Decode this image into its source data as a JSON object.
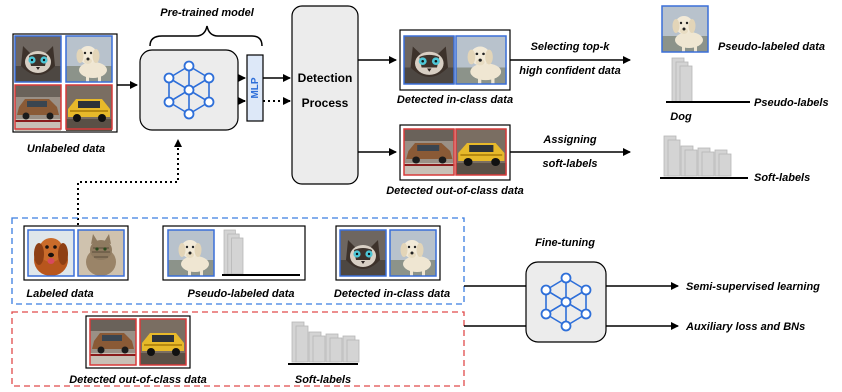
{
  "labels": {
    "pretrained_model": "Pre-trained model",
    "mlp": "MLP",
    "detection_process": "Detection Process",
    "unlabeled_data": "Unlabeled data",
    "detected_in_class_data": "Detected in-class data",
    "selecting_top_k": "Selecting top-k",
    "high_confident_data": "high confident data",
    "pseudo_labeled_data": "Pseudo-labeled data",
    "pseudo_labels": "Pseudo-labels",
    "dog": "Dog",
    "detected_out_of_class_data": "Detected out-of-class data",
    "assigning": "Assigning",
    "soft_labels_flow": "soft-labels",
    "soft_labels": "Soft-labels",
    "labeled_data": "Labeled data",
    "pseudo_labeled_data_box": "Pseudo-labeled data",
    "detected_in_class_data_box": "Detected in-class data",
    "fine_tuning": "Fine-tuning",
    "semi_supervised_learning": "Semi-supervised learning",
    "auxiliary_loss_bns": "Auxiliary loss and BNs",
    "detected_out_of_class_data_box": "Detected out-of-class data",
    "soft_labels_box": "Soft-labels"
  },
  "colors": {
    "in_class_border": "#3a6fd8",
    "out_class_border": "#d83a3a",
    "network_node": "#2e6fd9",
    "dashed_blue": "#3a7de0",
    "dashed_red": "#e04a4a",
    "panel_fill": "#ececec",
    "bar_fill": "#d4d4d4"
  },
  "icons": {
    "network": "neural-network-icon",
    "cat": "cat-photo",
    "dog": "dog-photo",
    "car": "car-photo",
    "taxi": "taxi-photo"
  }
}
